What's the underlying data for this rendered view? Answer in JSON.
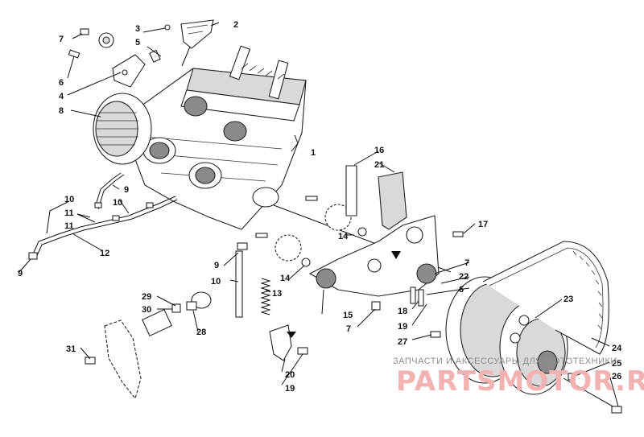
{
  "diagram": {
    "callouts": [
      "1",
      "2",
      "3",
      "4",
      "5",
      "6",
      "7",
      "8",
      "9",
      "10",
      "11",
      "12",
      "13",
      "14",
      "15",
      "16",
      "17",
      "18",
      "19",
      "20",
      "21",
      "22",
      "23",
      "24",
      "25",
      "26",
      "27",
      "28",
      "29",
      "30",
      "31"
    ]
  },
  "watermark": {
    "line1": "ЗАПЧАСТИ И АКСЕССУАРЫ ДЛЯ МОТОТЕХНИКИ",
    "line2": "PARTSMOTOR.RU"
  }
}
